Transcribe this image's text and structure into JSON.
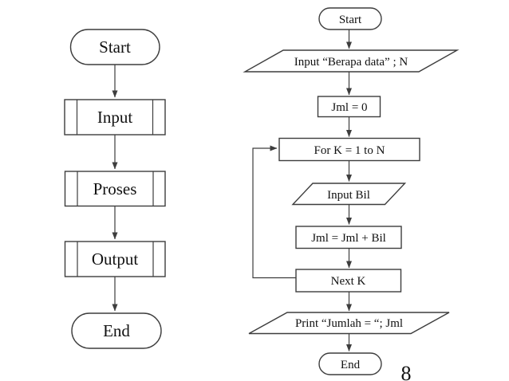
{
  "left_flowchart": {
    "nodes": [
      {
        "id": "start",
        "type": "terminator",
        "label": "Start"
      },
      {
        "id": "input",
        "type": "predefined-process",
        "label": "Input"
      },
      {
        "id": "proses",
        "type": "predefined-process",
        "label": "Proses"
      },
      {
        "id": "output",
        "type": "predefined-process",
        "label": "Output"
      },
      {
        "id": "end",
        "type": "terminator",
        "label": "End"
      }
    ]
  },
  "right_flowchart": {
    "nodes": [
      {
        "id": "start",
        "type": "terminator",
        "label": "Start"
      },
      {
        "id": "input-n",
        "type": "input-output",
        "label": "Input “Berapa data” ; N"
      },
      {
        "id": "init-jml",
        "type": "process",
        "label": "Jml = 0"
      },
      {
        "id": "for-loop",
        "type": "process",
        "label": "For K = 1 to N"
      },
      {
        "id": "input-bil",
        "type": "input-output",
        "label": "Input Bil"
      },
      {
        "id": "accumulate",
        "type": "process",
        "label": "Jml = Jml + Bil"
      },
      {
        "id": "next-k",
        "type": "process",
        "label": "Next K"
      },
      {
        "id": "print-jumlah",
        "type": "input-output",
        "label": "Print “Jumlah = “; Jml"
      },
      {
        "id": "end",
        "type": "terminator",
        "label": "End"
      }
    ],
    "loop_edge": "Next K → For K = 1 to N"
  },
  "slide_number": "8",
  "colors": {
    "background": "#ffffff",
    "line": "#3d3d3d",
    "text": "#111111"
  }
}
